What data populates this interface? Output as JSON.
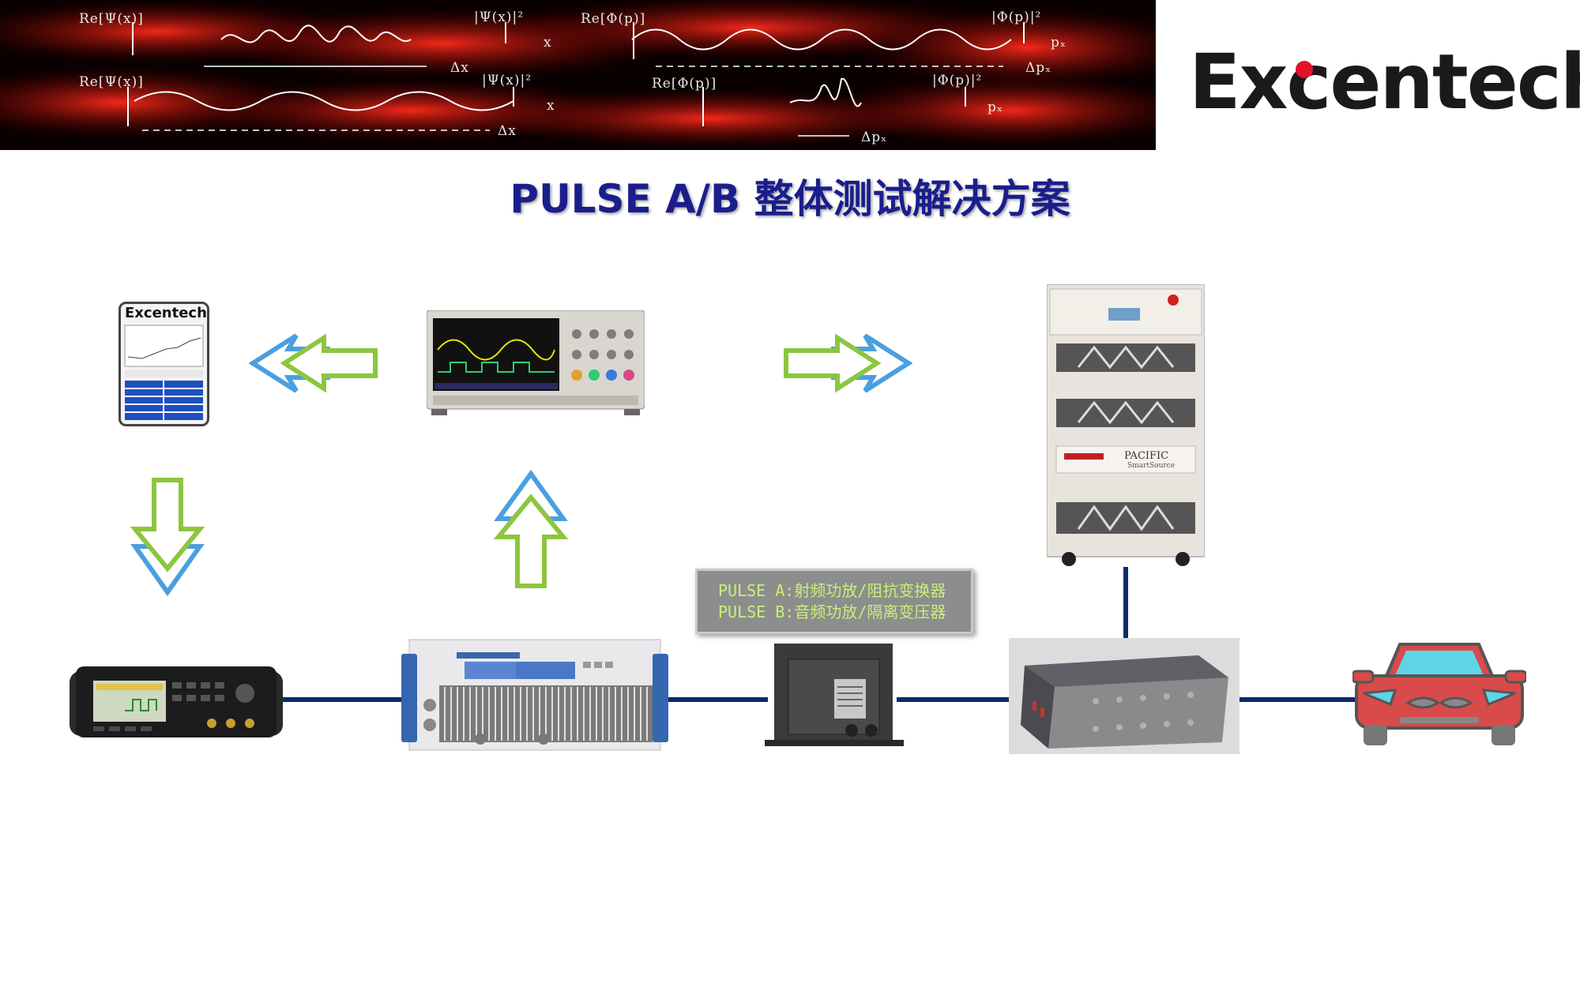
{
  "banner": {
    "labels": [
      "Re[Ψ(x)]",
      "|Ψ(x)|²",
      "Re[Φ(p)]",
      "|Φ(p)|²",
      "Re[Ψ(x)]",
      "|Ψ(x)|²",
      "Re[Φ(p)]",
      "|Φ(p)|²",
      "Δx",
      "Δpₓ",
      "Δx",
      "Δpₓ",
      "x",
      "pₓ",
      "x",
      "pₓ"
    ]
  },
  "brand": {
    "name": "Excentech"
  },
  "title": "PULSE A/B 整体测试解决方案",
  "software": {
    "brand": "Excentech"
  },
  "amplifier_note": {
    "line1": "PULSE A:射频功放/阻抗变换器",
    "line2": "PULSE B:音频功放/隔离变压器"
  },
  "power_source": {
    "brand": "PACIFIC",
    "sub": "SmartSource"
  },
  "colors": {
    "arrow_green": "#8cc63f",
    "arrow_blue": "#4a9fe0",
    "line_navy": "#0b2a6b",
    "title": "#1a1e8c",
    "brand_dot": "#e5112a"
  },
  "icons": [
    "software-icon",
    "oscilloscope-icon",
    "power-source-icon",
    "function-generator-icon",
    "power-amplifier-icon",
    "transformer-icon",
    "coupling-box-icon",
    "car-icon"
  ]
}
